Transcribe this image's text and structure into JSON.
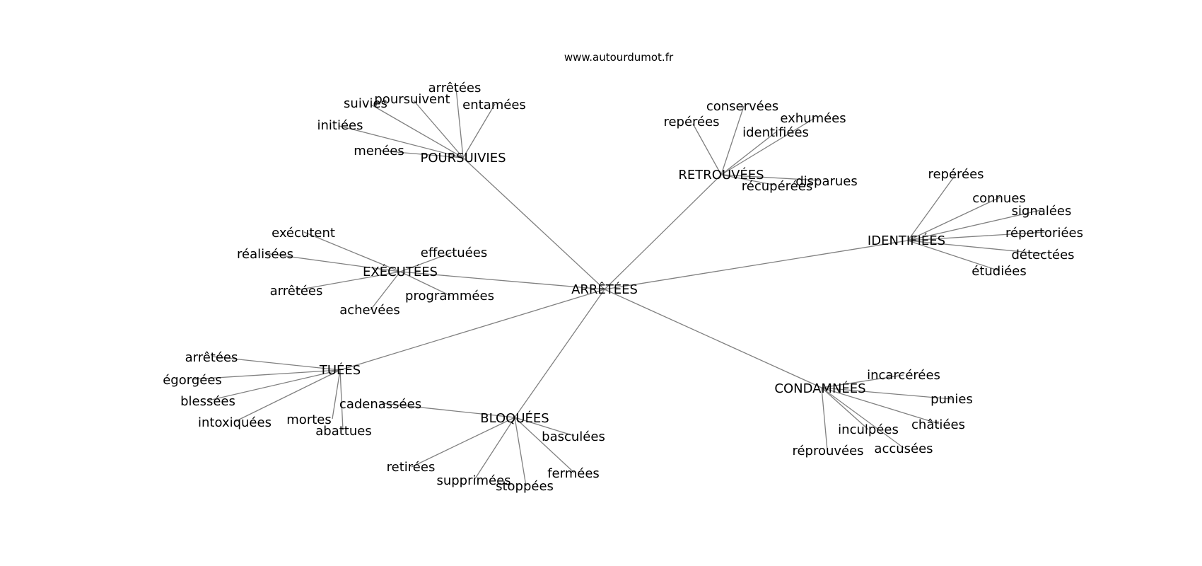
{
  "header": {
    "site": "www.autourdumot.fr"
  },
  "graph": {
    "center": {
      "label": "ARRÊTÉES"
    },
    "clusters": [
      {
        "label": "POURSUIVIES",
        "words": [
          "arrêtées",
          "poursuivent",
          "suivies",
          "entamées",
          "initiées",
          "menées"
        ]
      },
      {
        "label": "RETROUVÉES",
        "words": [
          "conservées",
          "repérées",
          "exhumées",
          "identifiées",
          "disparues",
          "récupérées"
        ]
      },
      {
        "label": "IDENTIFIÉES",
        "words": [
          "repérées",
          "connues",
          "signalées",
          "répertoriées",
          "détectées",
          "étudiées"
        ]
      },
      {
        "label": "EXÉCUTÉES",
        "words": [
          "exécutent",
          "réalisées",
          "effectuées",
          "arrêtées",
          "programmées",
          "achevées"
        ]
      },
      {
        "label": "TUÉES",
        "words": [
          "arrêtées",
          "égorgées",
          "blessées",
          "intoxiquées",
          "mortes",
          "abattues"
        ]
      },
      {
        "label": "BLOQUÉES",
        "words": [
          "cadenassées",
          "basculées",
          "retirées",
          "supprimées",
          "stoppées",
          "fermées"
        ]
      },
      {
        "label": "CONDAMNÉES",
        "words": [
          "incarcérées",
          "punies",
          "châtiées",
          "inculpées",
          "accusées",
          "réprouvées"
        ]
      }
    ]
  }
}
